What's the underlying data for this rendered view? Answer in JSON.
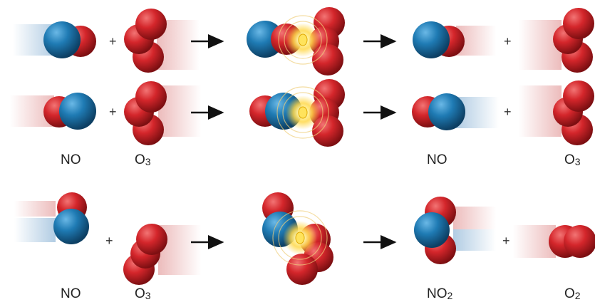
{
  "symbols": {
    "plus": "+"
  },
  "colors": {
    "oxygen": "#d4262b",
    "nitrogen": "#1f7bb4",
    "flash": "#ffd84a",
    "arrow": "#111111"
  },
  "rows": [
    {
      "name": "row-1-ineffective-collision",
      "reactant_labels": [],
      "product_labels": []
    },
    {
      "name": "row-2-ineffective-collision",
      "reactant_labels": [
        {
          "base": "NO",
          "sub": ""
        },
        {
          "base": "O",
          "sub": "3"
        }
      ],
      "product_labels": [
        {
          "base": "NO",
          "sub": ""
        },
        {
          "base": "O",
          "sub": "3"
        }
      ]
    },
    {
      "name": "row-3-effective-collision",
      "reactant_labels": [
        {
          "base": "NO",
          "sub": ""
        },
        {
          "base": "O",
          "sub": "3"
        }
      ],
      "product_labels": [
        {
          "base": "NO",
          "sub": "2"
        },
        {
          "base": "O",
          "sub": "2"
        }
      ]
    }
  ]
}
